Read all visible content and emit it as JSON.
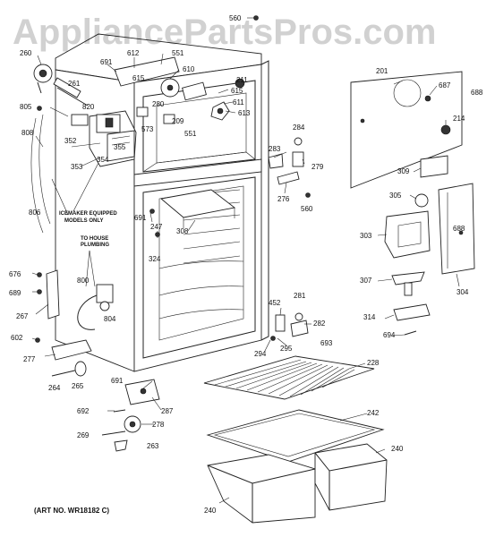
{
  "watermark": "AppliancePartsPros.com",
  "art_number": "(ART NO. WR18182 C)",
  "notes": {
    "icemaker_line1": "ICEMAKER EQUIPPED",
    "icemaker_line2": "MODELS ONLY",
    "house_line1": "TO HOUSE",
    "house_line2": "PLUMBING"
  },
  "part_labels": {
    "p560a": "560",
    "p260": "260",
    "p691a": "691",
    "p612": "612",
    "p551a": "551",
    "p615a": "615",
    "p610": "610",
    "p211": "211",
    "p615b": "615",
    "p611": "611",
    "p613": "613",
    "p280": "280",
    "p209": "209",
    "p551b": "551",
    "p573": "573",
    "p261": "261",
    "p805": "805",
    "p820": "820",
    "p808": "808",
    "p352": "352",
    "p353": "353",
    "p355": "355",
    "p354": "354",
    "p806": "806",
    "p691b": "691",
    "p247": "247",
    "p308": "308",
    "p324": "324",
    "p676": "676",
    "p689": "689",
    "p800": "800",
    "p267": "267",
    "p804": "804",
    "p602": "602",
    "p277": "277",
    "p264": "264",
    "p265": "265",
    "p201": "201",
    "p687": "687",
    "p688a": "688",
    "p214": "214",
    "p284": "284",
    "p283": "283",
    "p279": "279",
    "p276": "276",
    "p560b": "560",
    "p309": "309",
    "p305": "305",
    "p303": "303",
    "p688b": "688",
    "p307": "307",
    "p304": "304",
    "p281": "281",
    "p452": "452",
    "p282": "282",
    "p295": "295",
    "p693": "693",
    "p294": "294",
    "p314": "314",
    "p694": "694",
    "p228": "228",
    "p691c": "691",
    "p287": "287",
    "p692": "692",
    "p278": "278",
    "p242": "242",
    "p269": "269",
    "p263": "263",
    "p240a": "240",
    "p240b": "240"
  }
}
